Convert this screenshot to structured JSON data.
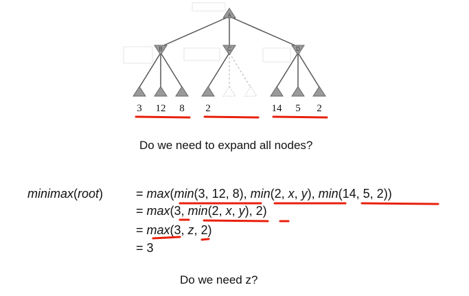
{
  "tree": {
    "root": "A",
    "min_nodes": [
      "B",
      "C",
      "D"
    ],
    "leaves": [
      {
        "parent": "B",
        "values": [
          "3",
          "12",
          "8"
        ],
        "pruned": [
          false,
          false,
          false
        ]
      },
      {
        "parent": "C",
        "values": [
          "2",
          "",
          ""
        ],
        "pruned": [
          false,
          true,
          true
        ]
      },
      {
        "parent": "D",
        "values": [
          "14",
          "5",
          "2"
        ],
        "pruned": [
          false,
          false,
          false
        ]
      }
    ],
    "colors": {
      "node": "#9a9a9a",
      "edge": "#555555",
      "pruned": "#c8c8c8",
      "underline": "#e8200c"
    }
  },
  "question1": "Do we need to expand all nodes?",
  "equations": {
    "lhs_func": "minimax",
    "lhs_arg": "root",
    "line1": {
      "eq": "= ",
      "max": "max",
      "p1": "(",
      "min1": "min",
      "a1": "(3, 12, 8), ",
      "min2": "min",
      "a2": "(2, ",
      "x": "x",
      "c1": ", ",
      "y": "y",
      "c2": "), ",
      "min3": "min",
      "a3": "(14, 5, 2))"
    },
    "line2": {
      "eq": "= ",
      "max": "max",
      "a1": "(3, ",
      "min": "min",
      "a2": "(2, ",
      "x": "x",
      "c1": ", ",
      "y": "y",
      "a3": "), 2)"
    },
    "line3": {
      "eq": "= ",
      "max": "max",
      "a1": "(3, ",
      "z": "z",
      "a2": ", 2)"
    },
    "line4": {
      "eq": "= ",
      "val": "3"
    }
  },
  "question2": "Do we need z?"
}
